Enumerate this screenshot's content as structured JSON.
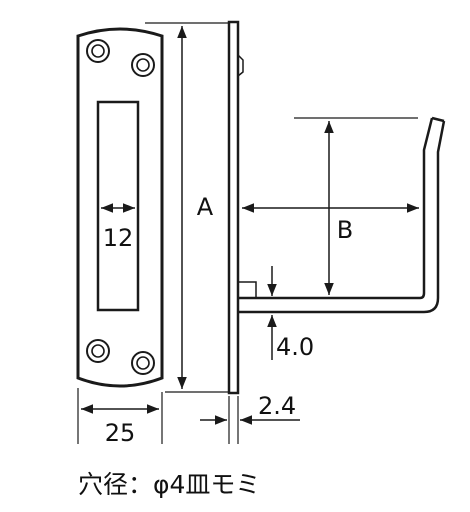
{
  "dimensions": {
    "height_label": "A",
    "arm_length_label": "B",
    "slot_width": "12",
    "plate_width": "25",
    "plate_thickness": "2.4",
    "arm_thickness": "4.0"
  },
  "note": "穴径：φ4皿モミ"
}
